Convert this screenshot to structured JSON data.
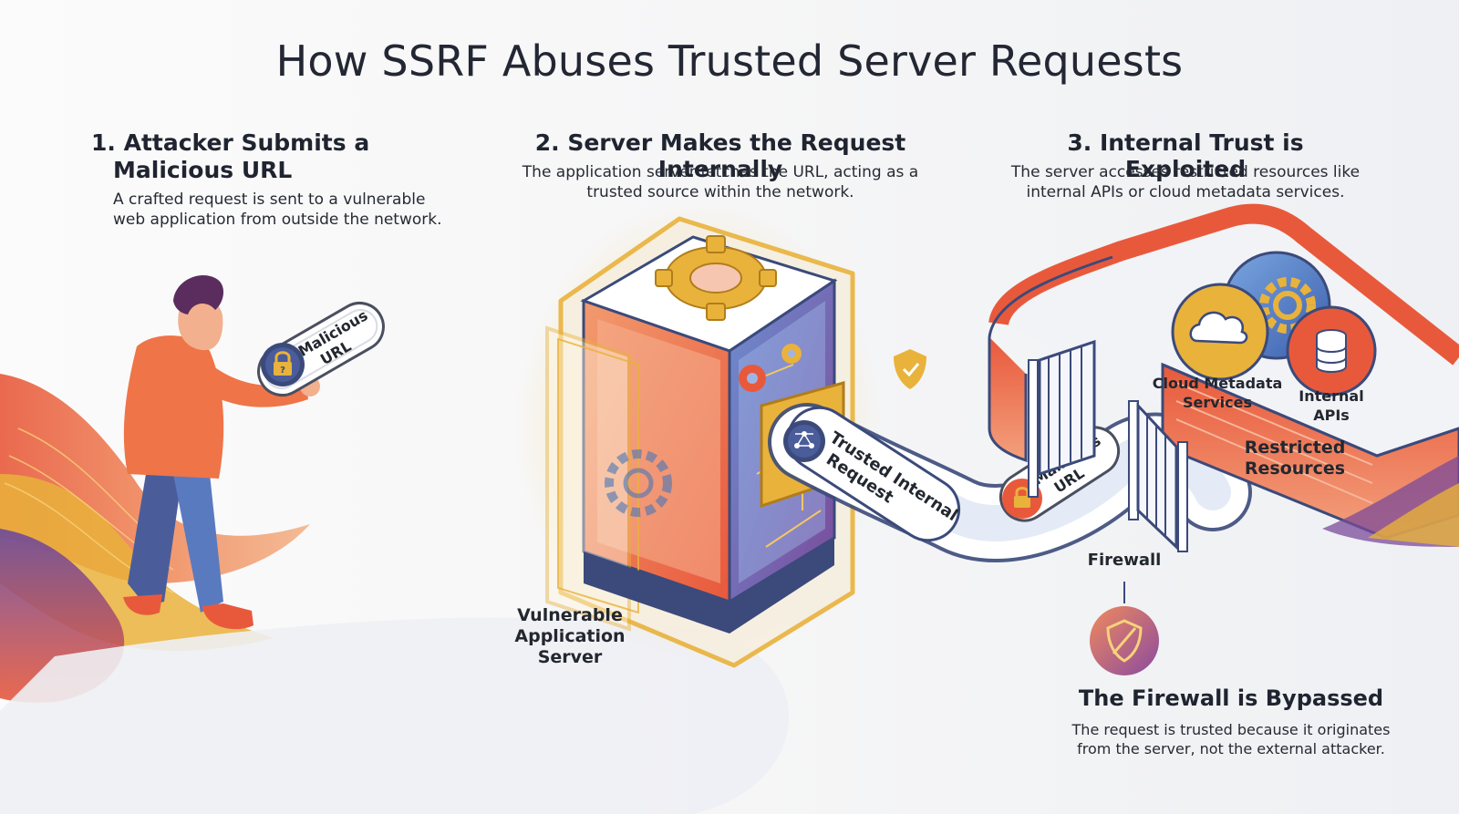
{
  "title": "How SSRF Abuses Trusted Server Requests",
  "steps": [
    {
      "heading_line1": "1. Attacker Submits a",
      "heading_line2": "Malicious URL",
      "desc_line1": "A crafted request is sent to a vulnerable",
      "desc_line2": "web application from outside the network."
    },
    {
      "heading_line1": "2. Server Makes the Request Internally",
      "desc_line1": "The application server fetches the URL, acting as a",
      "desc_line2": "trusted source within the network."
    },
    {
      "heading_line1": "3. Internal Trust is Exploited",
      "desc_line1": "The server accesses restricted resources like",
      "desc_line2": "internal APIs or cloud metadata services."
    }
  ],
  "pills": {
    "attacker_pill_line1": "Malicious",
    "attacker_pill_line2": "URL",
    "trusted_line1": "Trusted Internal",
    "trusted_line2": "Request",
    "path_pill_line1": "Malicious",
    "path_pill_line2": "URL"
  },
  "labels": {
    "server_line1": "Vulnerable",
    "server_line2": "Application",
    "server_line3": "Server",
    "firewall": "Firewall",
    "cloud_line1": "Cloud Metadata",
    "cloud_line2": "Services",
    "apis_line1": "Internal",
    "apis_line2": "APIs",
    "restricted_line1": "Restricted",
    "restricted_line2": "Resources"
  },
  "bypass": {
    "heading": "The Firewall is Bypassed",
    "desc_line1": "The request is trusted because it originates",
    "desc_line2": "from the server, not the external attacker."
  },
  "icons": [
    "lock-icon",
    "gear-icon",
    "shield-check-icon",
    "network-icon",
    "cloud-icon",
    "database-icon",
    "shield-slash-icon"
  ],
  "colors": {
    "orange": "#ec6a4c",
    "coral": "#e8593c",
    "gold": "#e9b23b",
    "blue": "#4a76b8",
    "purple": "#7b4a9a",
    "navy": "#3b4a7a"
  }
}
